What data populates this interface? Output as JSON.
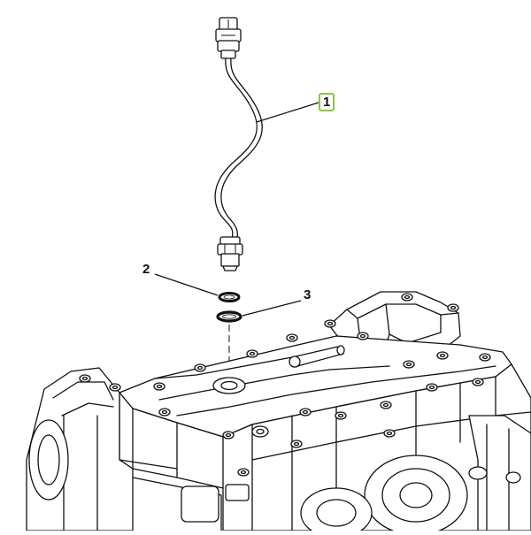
{
  "callouts": [
    {
      "id": "1",
      "label": "1",
      "highlighted": true
    },
    {
      "id": "2",
      "label": "2",
      "highlighted": false
    },
    {
      "id": "3",
      "label": "3",
      "highlighted": false
    }
  ],
  "colors": {
    "line": "#111111",
    "highlight_box": "#8cc63f",
    "background": "#ffffff"
  }
}
